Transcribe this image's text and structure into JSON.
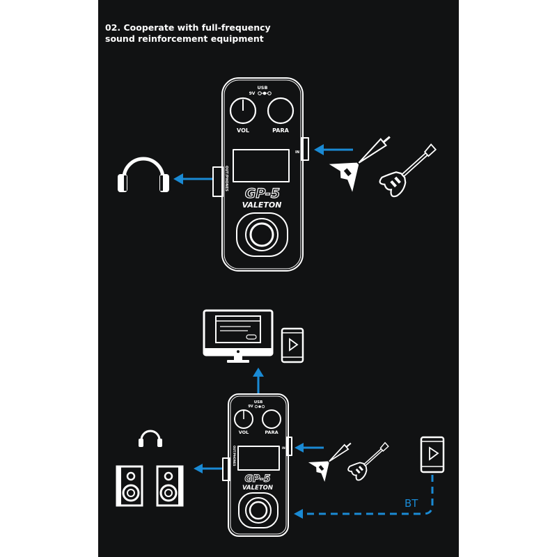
{
  "title": {
    "line1": "02. Cooperate with full-frequency",
    "line2": "sound reinforcement equipment"
  },
  "pedal_top": {
    "usb_label": "USB",
    "power_label": "9V",
    "knob_left_label": "VOL",
    "knob_right_label": "PARA",
    "input_label": "IN",
    "output_label": "OUT/PHONES",
    "model_label": "GP-5",
    "brand_label": "VALETON"
  },
  "pedal_bottom": {
    "usb_label": "USB",
    "power_label": "9V",
    "knob_left_label": "VOL",
    "knob_right_label": "PARA",
    "input_label": "IN",
    "output_label": "OUT/PHONES",
    "model_label": "GP-5",
    "brand_label": "VALETON"
  },
  "bt_label": "BT",
  "icons": [
    "headphones-icon",
    "flying-v-guitar-icon",
    "electric-guitar-icon",
    "monitor-icon",
    "phone-play-icon",
    "speaker-icon"
  ],
  "colors": {
    "background": "#111213",
    "arrow": "#1a8ad4",
    "line": "#ffffff"
  }
}
